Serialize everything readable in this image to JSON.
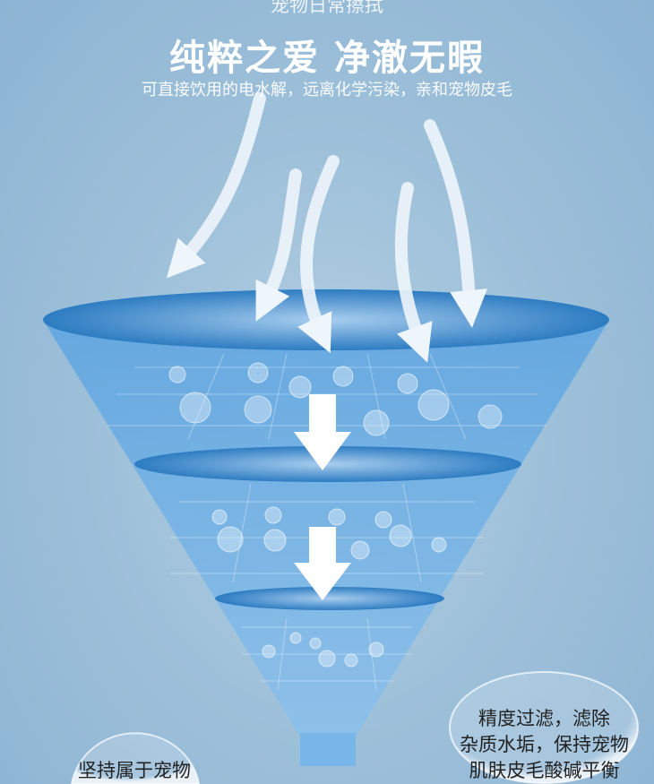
{
  "header": {
    "eyebrow": "宠物日常擦拭",
    "title": "纯粹之爱 净澈无暇",
    "subtitle": "可直接饮用的电水解，远离化学污染，亲和宠物皮毛"
  },
  "bubbles": [
    {
      "lines": [
        "精度过滤，滤除",
        "杂质水垢，保持宠物",
        "肌肤皮毛酸碱平衡"
      ]
    },
    {
      "lines": [
        "坚持属于宠物"
      ]
    }
  ],
  "colors": {
    "funnel": "#6fb0e3",
    "rim": "#2f7fc4",
    "text": "#ffffff"
  }
}
